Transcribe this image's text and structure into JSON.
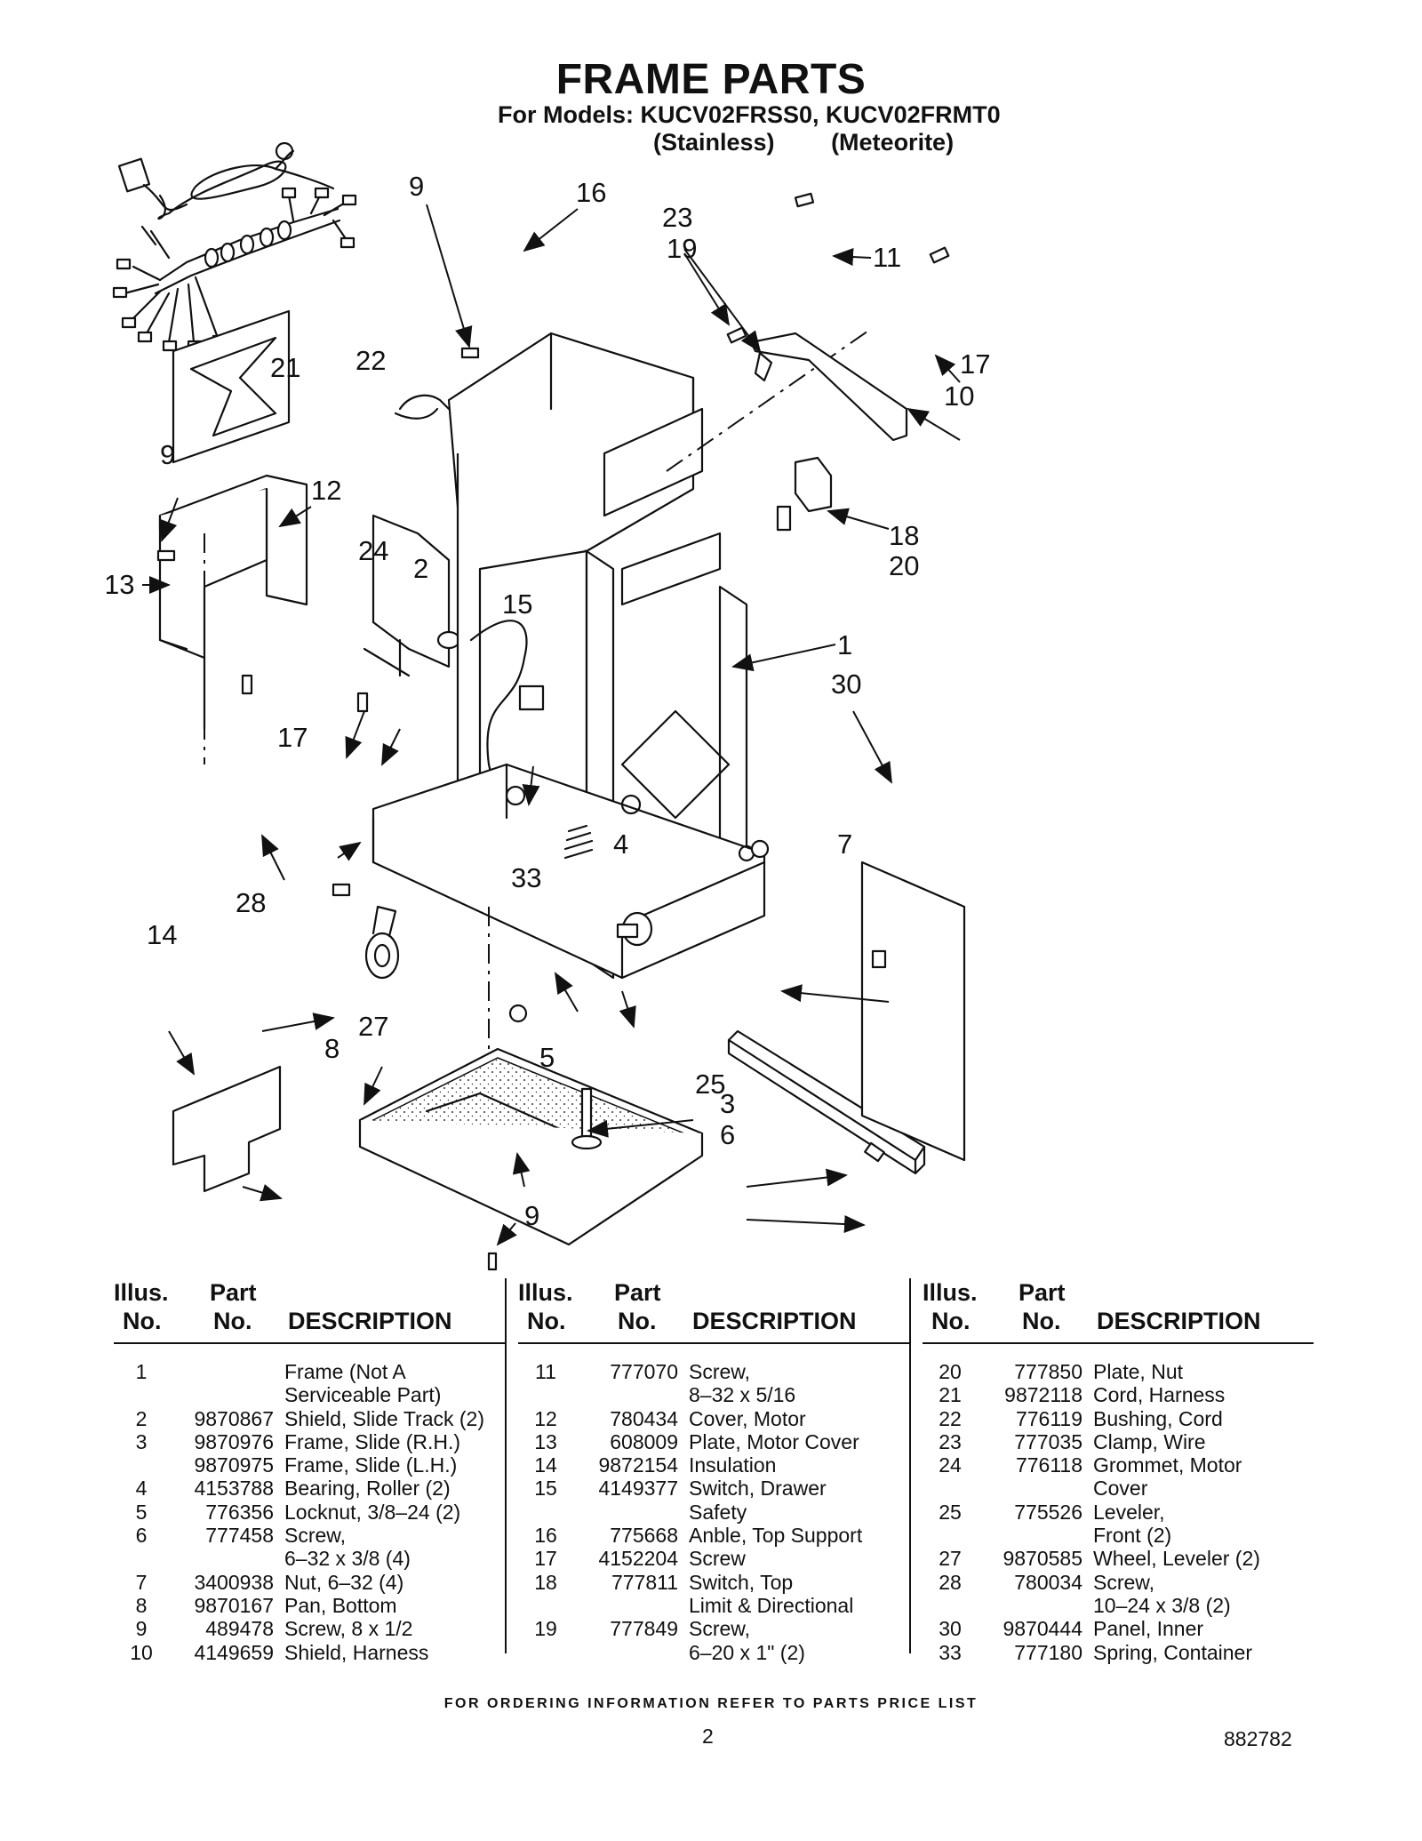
{
  "header": {
    "title": "FRAME PARTS",
    "models_line": "For Models: KUCV02FRSS0, KUCV02FRMT0",
    "variant_1": "(Stainless)",
    "variant_2": "(Meteorite)"
  },
  "diagram": {
    "callouts": [
      "9",
      "16",
      "11",
      "23",
      "19",
      "17",
      "10",
      "22",
      "21",
      "9",
      "12",
      "13",
      "24",
      "2",
      "18",
      "20",
      "15",
      "1",
      "30",
      "17",
      "7",
      "33",
      "4",
      "28",
      "14",
      "27",
      "8",
      "5",
      "25",
      "3",
      "6",
      "9"
    ]
  },
  "table": {
    "headers": {
      "illus_1": "Illus.",
      "illus_2": "No.",
      "part_1": "Part",
      "part_2": "No.",
      "description": "DESCRIPTION"
    },
    "columns": [
      [
        {
          "illus": "1",
          "part": "",
          "desc": "Frame (Not A"
        },
        {
          "illus": "",
          "part": "",
          "desc": "Serviceable Part)"
        },
        {
          "illus": "2",
          "part": "9870867",
          "desc": "Shield, Slide Track (2)"
        },
        {
          "illus": "3",
          "part": "9870976",
          "desc": "Frame, Slide (R.H.)"
        },
        {
          "illus": "",
          "part": "9870975",
          "desc": "Frame, Slide (L.H.)"
        },
        {
          "illus": "4",
          "part": "4153788",
          "desc": "Bearing, Roller (2)"
        },
        {
          "illus": "5",
          "part": "776356",
          "desc": "Locknut, 3/8–24 (2)"
        },
        {
          "illus": "6",
          "part": "777458",
          "desc": "Screw,"
        },
        {
          "illus": "",
          "part": "",
          "desc": "6–32 x 3/8 (4)"
        },
        {
          "illus": "7",
          "part": "3400938",
          "desc": "Nut, 6–32 (4)"
        },
        {
          "illus": "8",
          "part": "9870167",
          "desc": "Pan, Bottom"
        },
        {
          "illus": "9",
          "part": "489478",
          "desc": "Screw, 8 x 1/2"
        },
        {
          "illus": "10",
          "part": "4149659",
          "desc": "Shield, Harness"
        }
      ],
      [
        {
          "illus": "11",
          "part": "777070",
          "desc": "Screw,"
        },
        {
          "illus": "",
          "part": "",
          "desc": "8–32 x 5/16"
        },
        {
          "illus": "12",
          "part": "780434",
          "desc": "Cover, Motor"
        },
        {
          "illus": "13",
          "part": "608009",
          "desc": "Plate, Motor Cover"
        },
        {
          "illus": "14",
          "part": "9872154",
          "desc": "Insulation"
        },
        {
          "illus": "15",
          "part": "4149377",
          "desc": "Switch, Drawer"
        },
        {
          "illus": "",
          "part": "",
          "desc": "Safety"
        },
        {
          "illus": "16",
          "part": "775668",
          "desc": "Anble, Top Support"
        },
        {
          "illus": "17",
          "part": "4152204",
          "desc": "Screw"
        },
        {
          "illus": "18",
          "part": "777811",
          "desc": "Switch, Top"
        },
        {
          "illus": "",
          "part": "",
          "desc": "Limit & Directional"
        },
        {
          "illus": "19",
          "part": "777849",
          "desc": "Screw,"
        },
        {
          "illus": "",
          "part": "",
          "desc": "6–20 x 1\" (2)"
        }
      ],
      [
        {
          "illus": "20",
          "part": "777850",
          "desc": "Plate, Nut"
        },
        {
          "illus": "21",
          "part": "9872118",
          "desc": "Cord, Harness"
        },
        {
          "illus": "22",
          "part": "776119",
          "desc": "Bushing, Cord"
        },
        {
          "illus": "23",
          "part": "777035",
          "desc": "Clamp, Wire"
        },
        {
          "illus": "24",
          "part": "776118",
          "desc": "Grommet, Motor"
        },
        {
          "illus": "",
          "part": "",
          "desc": "Cover"
        },
        {
          "illus": "25",
          "part": "775526",
          "desc": "Leveler,"
        },
        {
          "illus": "",
          "part": "",
          "desc": "Front (2)"
        },
        {
          "illus": "27",
          "part": "9870585",
          "desc": "Wheel, Leveler (2)"
        },
        {
          "illus": "28",
          "part": "780034",
          "desc": "Screw,"
        },
        {
          "illus": "",
          "part": "",
          "desc": "10–24 x 3/8 (2)"
        },
        {
          "illus": "30",
          "part": "9870444",
          "desc": "Panel, Inner"
        },
        {
          "illus": "33",
          "part": "777180",
          "desc": "Spring, Container"
        }
      ]
    ]
  },
  "footer": {
    "ordering_note": "FOR ORDERING INFORMATION REFER TO PARTS PRICE LIST",
    "page_number": "2",
    "document_number": "882782"
  }
}
